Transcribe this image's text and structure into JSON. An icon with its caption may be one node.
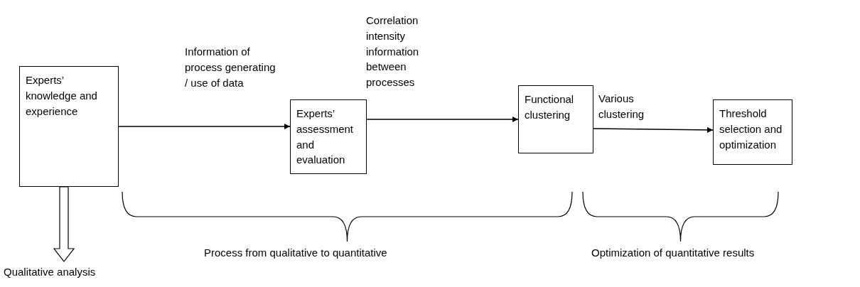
{
  "diagram": {
    "nodes": [
      {
        "text": [
          "Experts’ knowledge and experience"
        ]
      },
      {
        "text": [
          "Experts’ assessment and evaluation"
        ]
      },
      {
        "text": [
          "Functional clustering"
        ]
      },
      {
        "text": [
          "Threshold selection and optimization"
        ]
      },
      {
        "text": [
          "Qualitative analysis"
        ]
      }
    ],
    "edges": [
      {
        "from": 0,
        "to": 1,
        "arrow": "to",
        "label": "Information of process generating / use of data"
      },
      {
        "from": 1,
        "to": 2,
        "arrow": "to",
        "label": "Correlation intensity information between processes"
      },
      {
        "from": 2,
        "to": 3,
        "arrow": "to",
        "label": "Various clustering"
      },
      {
        "from": 0,
        "to": 4,
        "arrow": "to",
        "style": "thick"
      }
    ],
    "labels": [
      "Process from qualitative to quantitative",
      "Optimization of quantitative results"
    ]
  }
}
